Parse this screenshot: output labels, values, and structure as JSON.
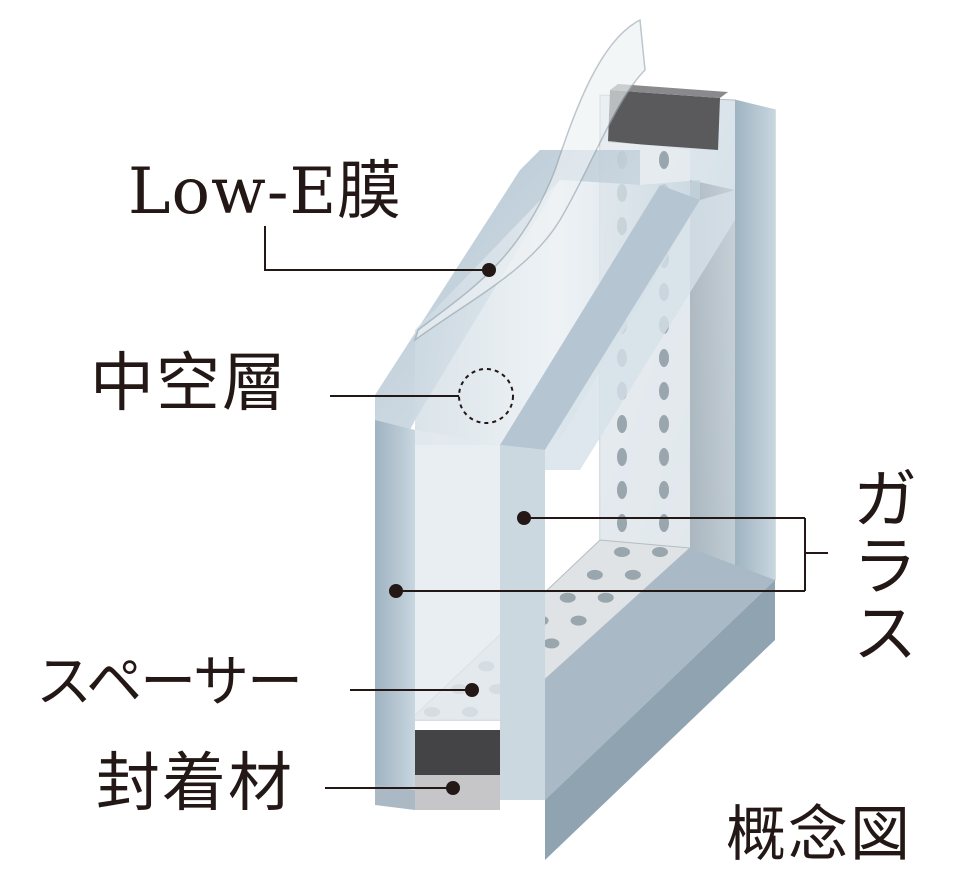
{
  "labels": {
    "low_e_film": "Low-E膜",
    "air_layer": "中空層",
    "glass": "ガラス",
    "spacer": "スペーサー",
    "sealant": "封着材",
    "concept": "概念図"
  },
  "colors": {
    "text": "#231815",
    "glass_light": "#dfe8ee",
    "glass_mid": "#b9cad6",
    "glass_dark": "#8ea4b4",
    "spacer": "#5a5a5c",
    "sealant": "#bfbfc1",
    "leader": "#231815"
  }
}
